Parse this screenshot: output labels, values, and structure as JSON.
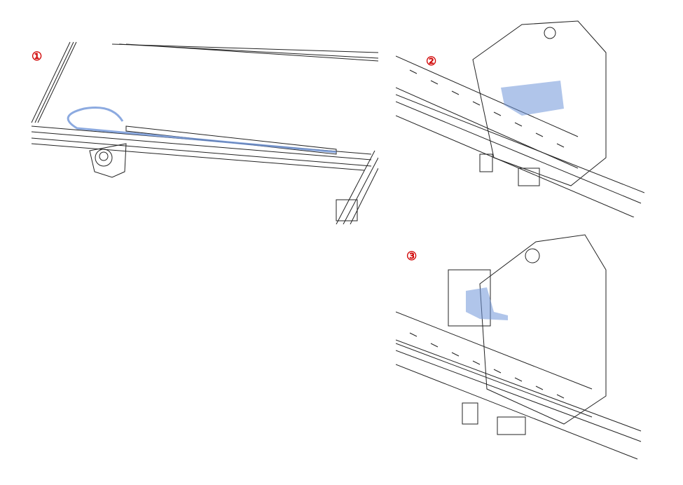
{
  "steps": [
    {
      "label": "①"
    },
    {
      "label": "②"
    },
    {
      "label": "③"
    }
  ],
  "colors": {
    "step_marker": "#d00000",
    "highlight": "#6f95d8",
    "line": "#222222"
  }
}
